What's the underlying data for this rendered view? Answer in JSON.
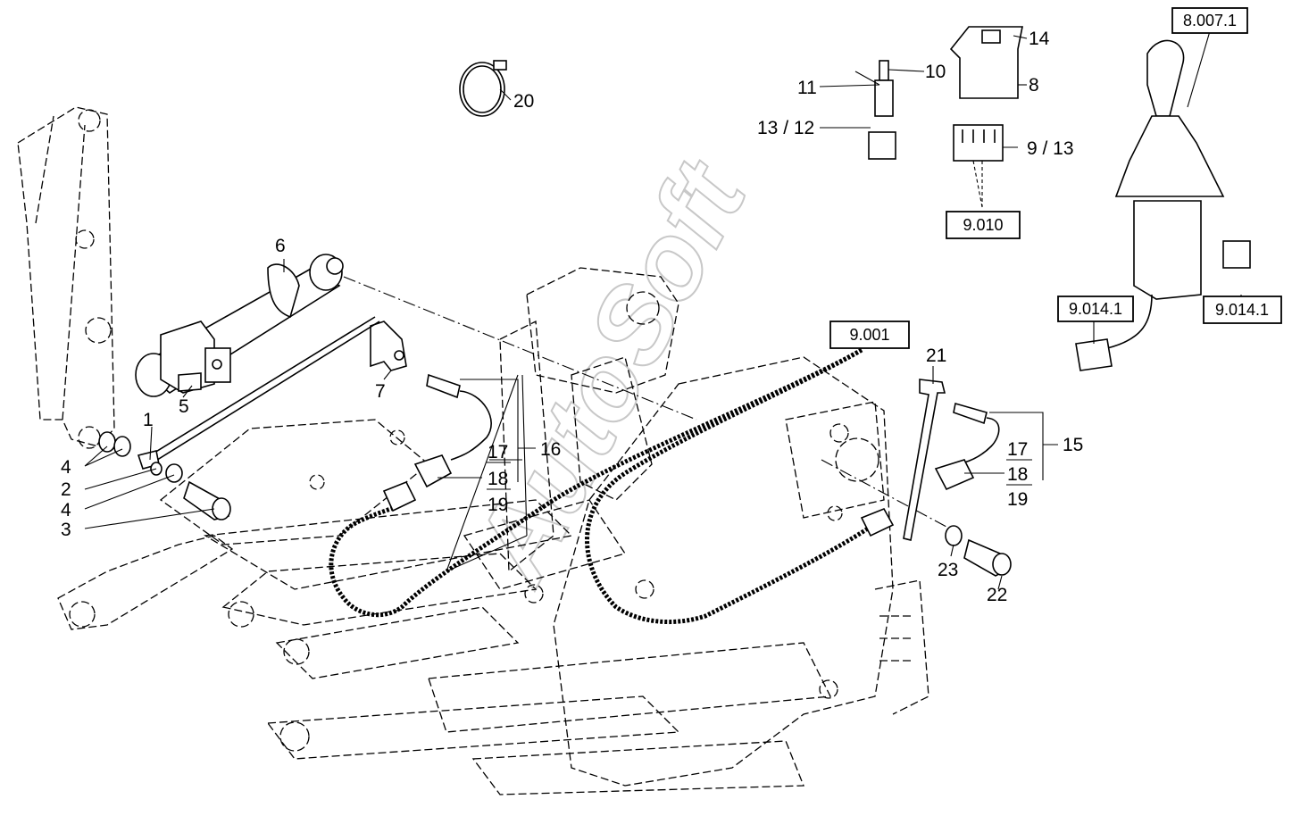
{
  "watermark": "AutoSoft",
  "callouts": {
    "c1": "1",
    "c2": "2",
    "c3": "3",
    "c4a": "4",
    "c4b": "4",
    "c5": "5",
    "c6": "6",
    "c7": "7",
    "c8": "8",
    "c9_13": "9 / 13",
    "c10": "10",
    "c11": "11",
    "c13_12": "13 / 12",
    "c14": "14",
    "c15": "15",
    "c16": "16",
    "c17a": "17",
    "c18a": "18",
    "c19a": "19",
    "c17b": "17",
    "c18b": "18",
    "c19b": "19",
    "c20": "20",
    "c21": "21",
    "c22": "22",
    "c23": "23"
  },
  "references": {
    "r8007": "8.007.1",
    "r9010": "9.010",
    "r9014a": "9.014.1",
    "r9014b": "9.014.1",
    "r9001": "9.001"
  }
}
